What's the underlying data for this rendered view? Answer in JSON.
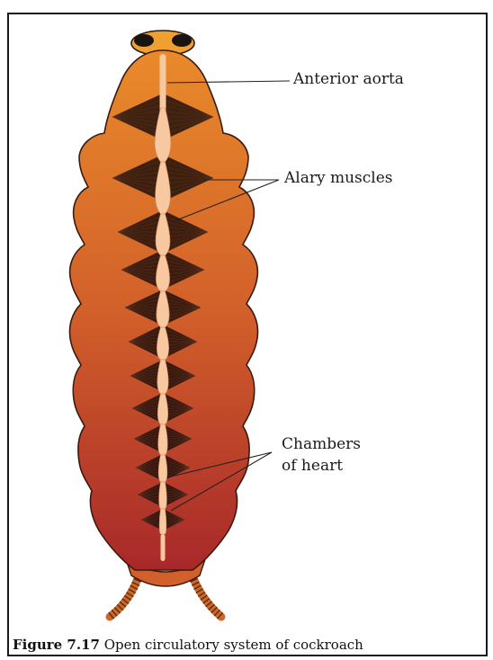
{
  "labels": {
    "anterior_aorta": "Anterior aorta",
    "alary_muscles": "Alary muscles",
    "chambers_line1": "Chambers",
    "chambers_line2": "of heart"
  },
  "caption": {
    "figure_number": "Figure 7.17",
    "text": "Open circulatory system of cockroach"
  },
  "colors": {
    "body_top": "#e98a2a",
    "body_bottom": "#a8282a",
    "heart": "#f8c8a0",
    "muscle": "#1a0c08",
    "head_eye": "#1a1410"
  }
}
